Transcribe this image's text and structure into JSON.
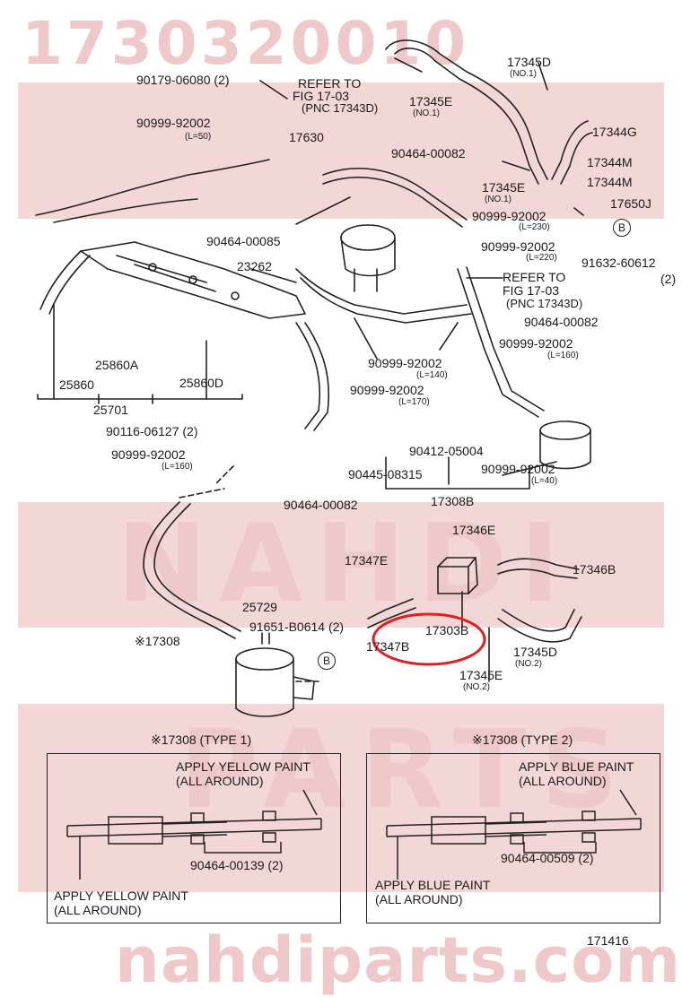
{
  "watermark": {
    "top_code": "1730320010",
    "brand_main": "NAHDI",
    "brand_parts": "PARTS",
    "site": "nahdiparts.com"
  },
  "colors": {
    "line": "#222222",
    "highlight": "#e02020",
    "watermark": "#efc9c9"
  },
  "callouts": {
    "c1": "90179-06080 (2)",
    "c2": "REFER TO",
    "c3": "FIG 17-03",
    "c4": "(PNC 17343D)",
    "c5": "17345D",
    "c5s": "(NO.1)",
    "c6": "17345E",
    "c6s": "(NO.1)",
    "c7": "90999-92002",
    "c7s": "(L=50)",
    "c8": "17630",
    "c9": "90464-00082",
    "c10": "17344G",
    "c11": "17344M",
    "c12": "17345E",
    "c12s": "(NO.1)",
    "c13": "17344M",
    "c14": "90999-92002",
    "c14s": "(L=230)",
    "c15": "17650J",
    "c16": "90464-00085",
    "c17": "90999-92002",
    "c17s": "(L=220)",
    "c18": "91632-60612",
    "c18s": "(2)",
    "c19": "23262",
    "c20": "REFER TO",
    "c21": "FIG 17-03",
    "c22": "(PNC 17343D)",
    "c23": "90464-00082",
    "c24": "90999-92002",
    "c24s": "(L=160)",
    "c25": "25860A",
    "c26": "25860",
    "c27": "25860D",
    "c28": "25701",
    "c29": "90999-92002",
    "c29s": "(L=140)",
    "c30": "90999-92002",
    "c30s": "(L=170)",
    "c31": "90116-06127 (2)",
    "c32": "90412-05004",
    "c33": "90999-92002",
    "c33s": "(L=160)",
    "c34": "90445-08315",
    "c35": "90999-92002",
    "c35s": "(L=40)",
    "c36": "90464-00082",
    "c37": "17308B",
    "c38": "17346E",
    "c39": "17347E",
    "c40": "17346B",
    "c41": "25729",
    "c42": "91651-B0614 (2)",
    "c43": "17303B",
    "c44": "17347B",
    "c45": "17345D",
    "c45s": "(NO.2)",
    "c46": "17345E",
    "c46s": "(NO.2)",
    "c47": "※17308",
    "b_marker": "B"
  },
  "detail_left": {
    "title": "※17308 (TYPE 1)",
    "paint_top": "APPLY YELLOW PAINT",
    "paint_top2": "(ALL AROUND)",
    "clip": "90464-00139 (2)",
    "paint_bottom": "APPLY YELLOW PAINT",
    "paint_bottom2": "(ALL AROUND)"
  },
  "detail_right": {
    "title": "※17308 (TYPE 2)",
    "paint_top": "APPLY BLUE PAINT",
    "paint_top2": "(ALL AROUND)",
    "clip": "90464-00509 (2)",
    "paint_bottom": "APPLY BLUE PAINT",
    "paint_bottom2": "(ALL AROUND)"
  },
  "figure_number": "171416"
}
